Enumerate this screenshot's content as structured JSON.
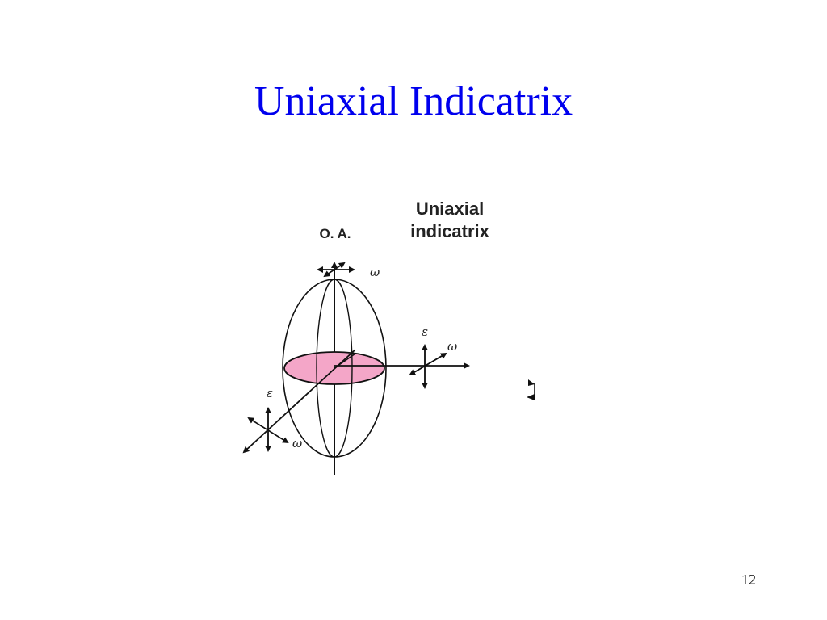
{
  "slide": {
    "title": "Uniaxial Indicatrix",
    "page_number": "12"
  },
  "figure": {
    "caption_line1": "Uniaxial",
    "caption_line2": "indicatrix",
    "axis_label": "O. A.",
    "symbols": {
      "omega": "ω",
      "epsilon": "ε"
    },
    "colors": {
      "ellipse_fill": "#f4a6c8",
      "line": "#111111"
    }
  }
}
